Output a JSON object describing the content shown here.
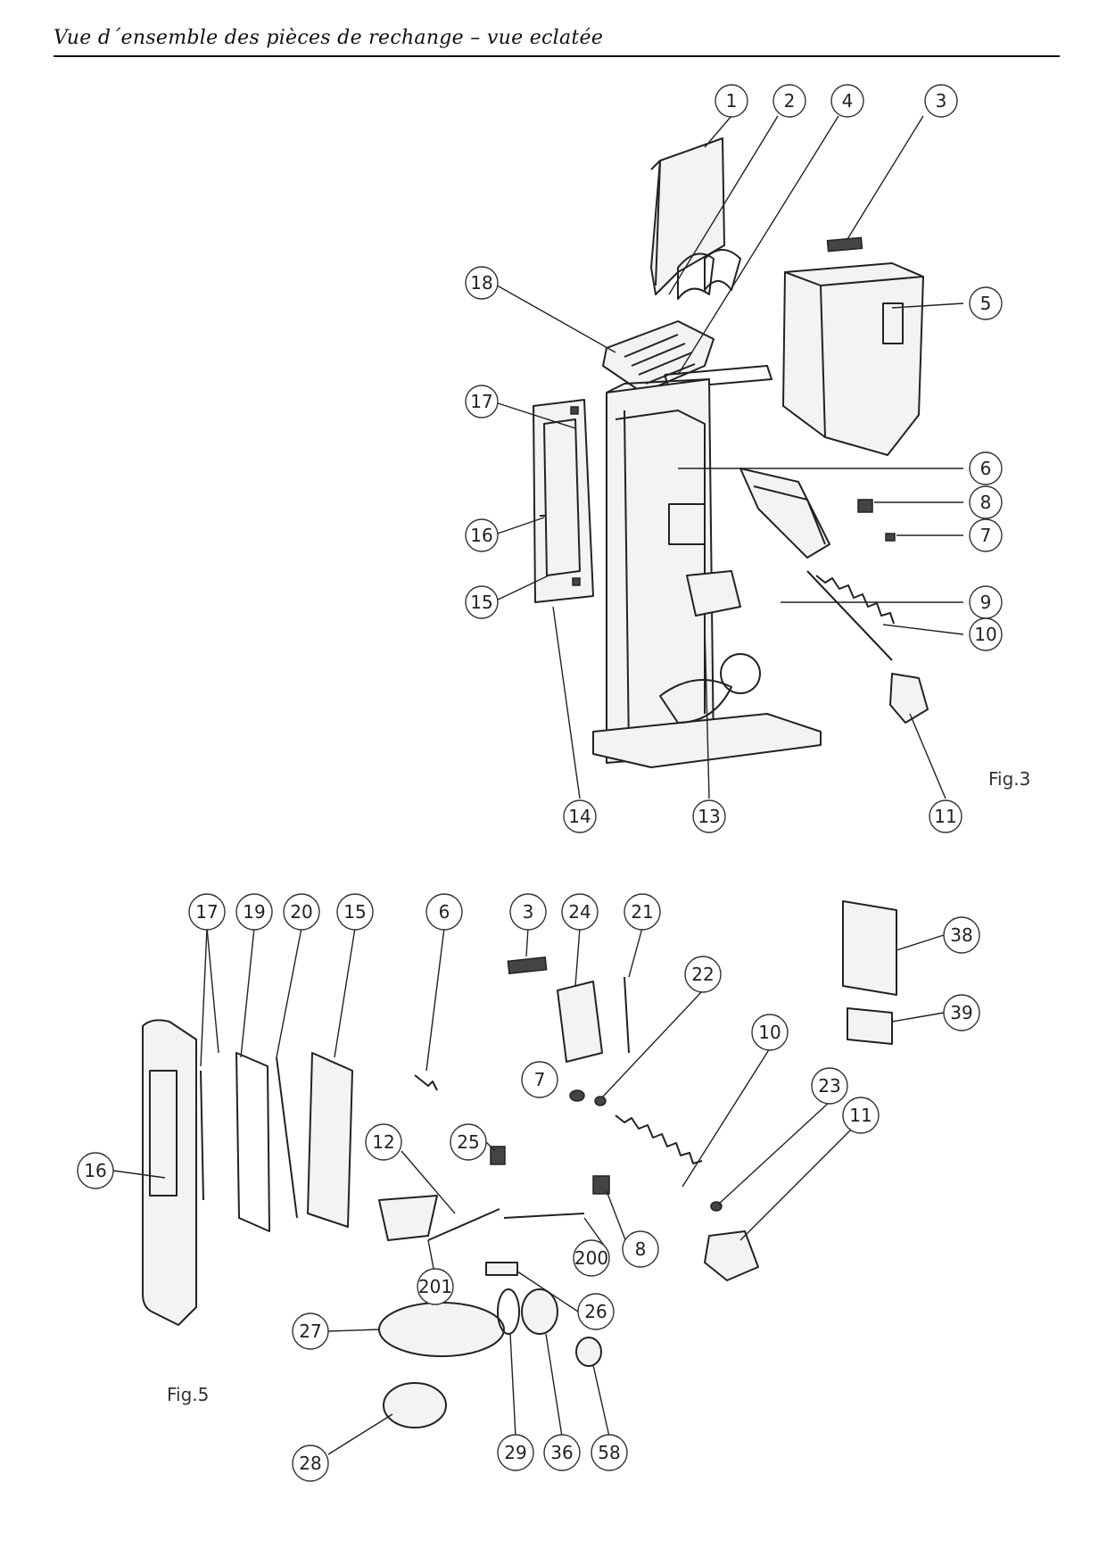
{
  "header": {
    "title": "Vue d´ensemble des pièces de rechange – vue eclatée"
  },
  "figures": [
    {
      "label": "Fig.3",
      "callouts": [
        "1",
        "2",
        "4",
        "3",
        "18",
        "5",
        "17",
        "6",
        "8",
        "7",
        "16",
        "9",
        "15",
        "10",
        "14",
        "13",
        "11"
      ]
    },
    {
      "label": "Fig.5",
      "callouts": [
        "17",
        "19",
        "20",
        "15",
        "6",
        "3",
        "24",
        "21",
        "38",
        "22",
        "39",
        "10",
        "7",
        "23",
        "11",
        "16",
        "12",
        "25",
        "8",
        "200",
        "201",
        "26",
        "27",
        "29",
        "36",
        "58",
        "28"
      ]
    }
  ]
}
